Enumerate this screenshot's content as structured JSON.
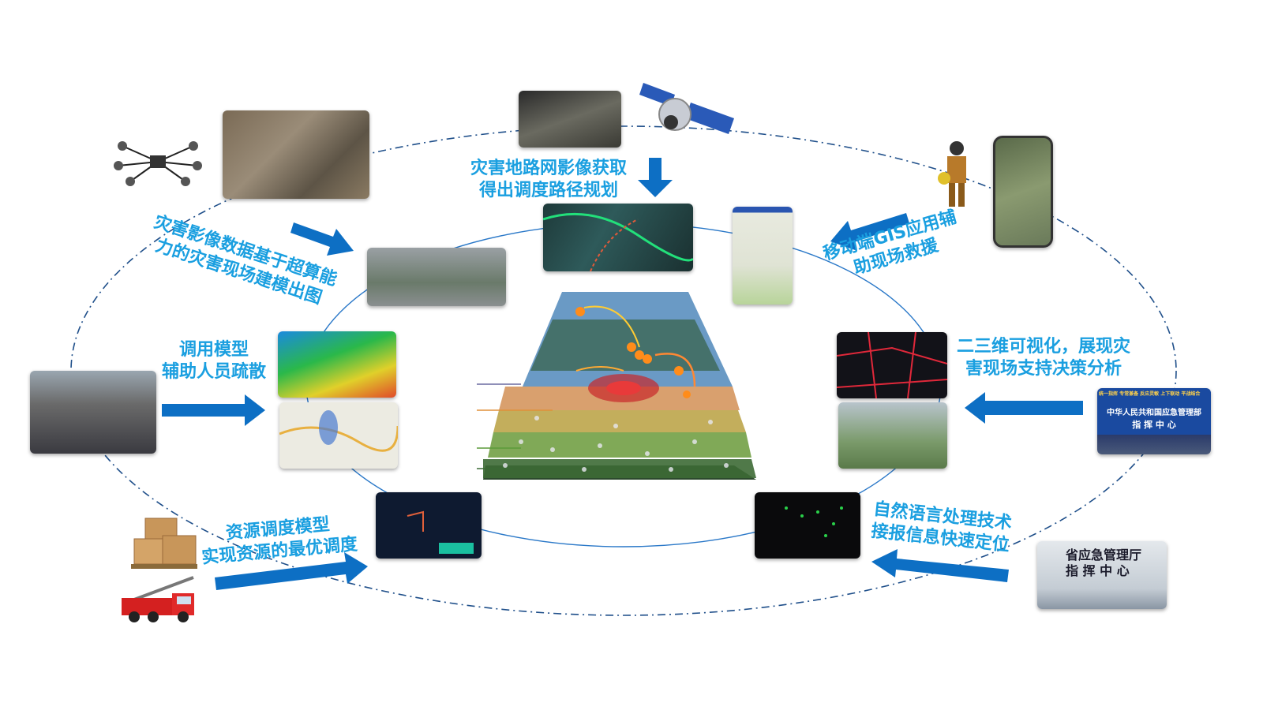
{
  "labels": {
    "top": [
      "灾害地路网影像获取",
      "得出调度路径规划"
    ],
    "upper_left": [
      "灾害影像数据基于超算能",
      "力的灾害现场建模出图"
    ],
    "upper_right": [
      "移动端GIS应用辅",
      "助现场救援"
    ],
    "mid_left": [
      "调用模型",
      "辅助人员疏散"
    ],
    "mid_right": [
      "二三维可视化，展现灾",
      "害现场支持决策分析"
    ],
    "low_left": [
      "资源调度模型",
      "实现资源的最优调度"
    ],
    "low_right": [
      "自然语言处理技术",
      "接报信息快速定位"
    ]
  },
  "photos": {
    "ministry": {
      "banner": "统一指挥 专常兼备 反应灵敏 上下联动 平战结合",
      "line1": "中华人民共和国应急管理部",
      "line2": "指 挥 中 心"
    },
    "province": {
      "line1": "省应急管理厅",
      "line2": "指 挥 中 心"
    }
  },
  "colors": {
    "accent": "#1a9fe0",
    "arrow": "#0d6fc4",
    "ellipse": "#1f4f8a"
  }
}
